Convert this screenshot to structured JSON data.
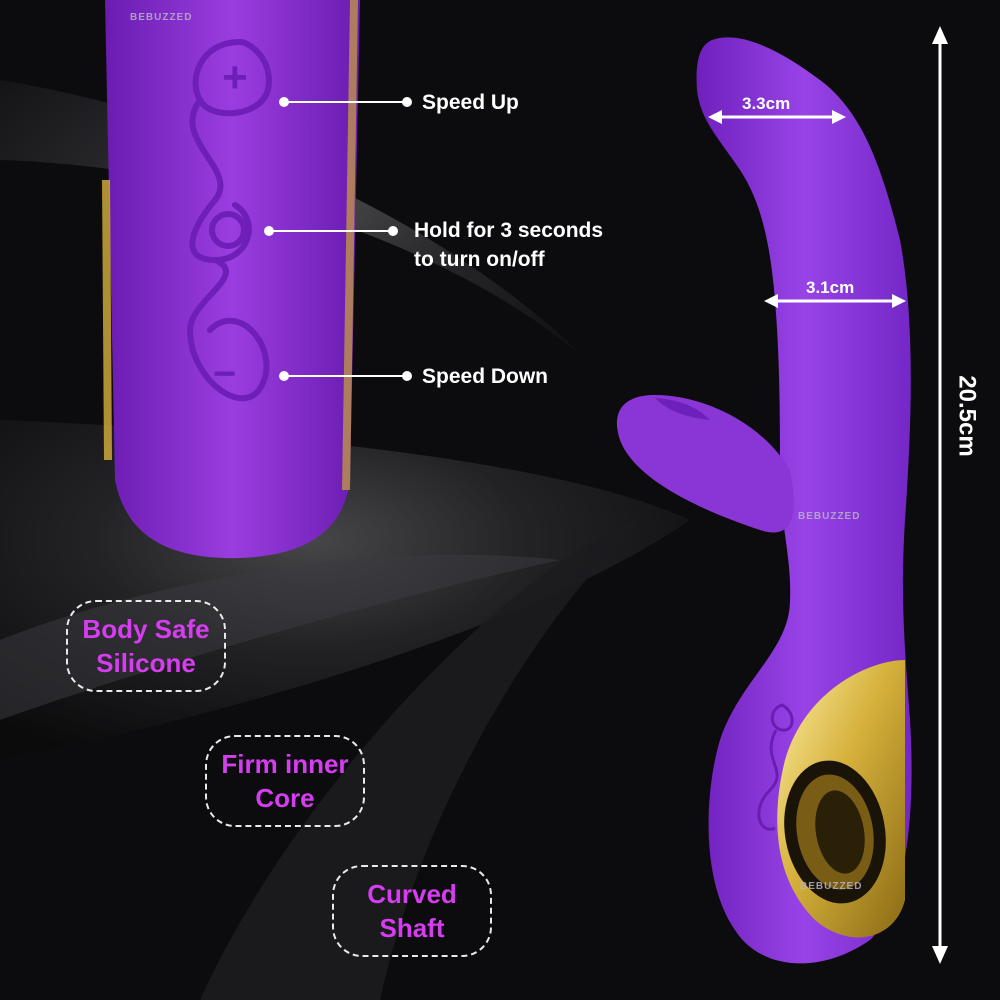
{
  "watermark": "BEBUZZED",
  "callouts": {
    "speed_up": "Speed Up",
    "hold_line1": "Hold for 3 seconds",
    "hold_line2": "to turn on/off",
    "speed_down": "Speed Down"
  },
  "features": [
    {
      "line1": "Body Safe",
      "line2": "Silicone"
    },
    {
      "line1": "Firm inner",
      "line2": "Core"
    },
    {
      "line1": "Curved",
      "line2": "Shaft"
    }
  ],
  "dimensions": {
    "head_width": "3.3cm",
    "shaft_width": "3.1cm",
    "total_length": "20.5cm"
  },
  "buttons": {
    "plus": "+",
    "minus": "−"
  },
  "colors": {
    "product_purple": "#8a2be2",
    "feature_text": "#d63cf0",
    "gold": "#d6b13c",
    "background": "#0c0c0e"
  }
}
